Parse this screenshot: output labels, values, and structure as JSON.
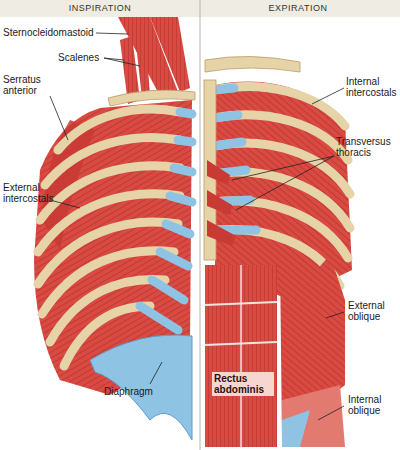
{
  "diagram": {
    "labels": [
      "INSPIRATION",
      "EXPIRATION",
      "Sternocleidomastoid",
      "Scalenes",
      "Serratus anterior",
      "External intercostals",
      "Diaphragm",
      "Internal intercostals",
      "Transversus thoracis",
      "Rectus abdominis",
      "External oblique",
      "Internal oblique"
    ]
  }
}
